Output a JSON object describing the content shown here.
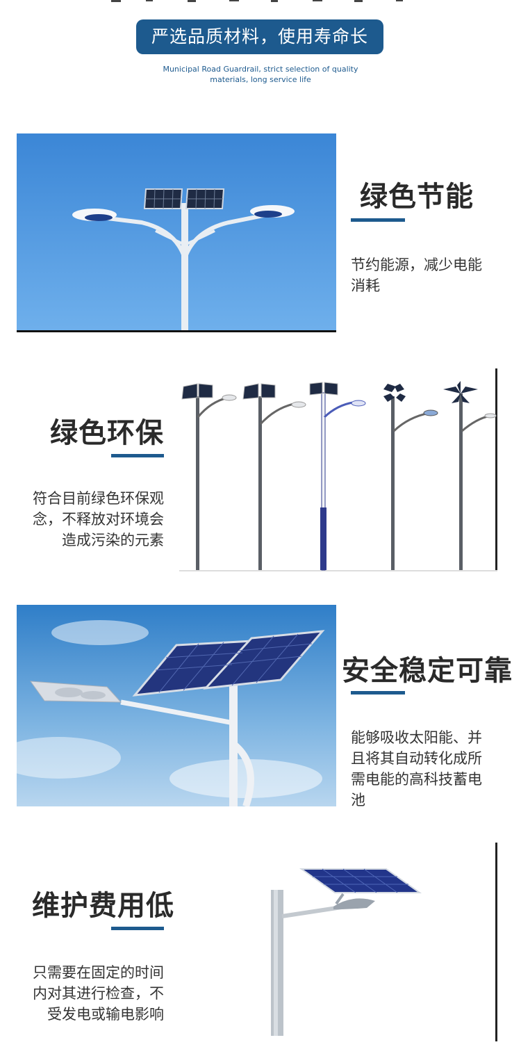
{
  "header": {
    "title": "严选品质材料，使用寿命长",
    "subtitle_line1": "Municipal Road Guardrail, strict selection of quality",
    "subtitle_line2": "materials, long service life"
  },
  "sections": [
    {
      "title": "绿色节能",
      "description_lines": [
        "节约能源，减少电能",
        "消耗"
      ]
    },
    {
      "title": "绿色环保",
      "description_lines": [
        "符合目前绿色环保观",
        "念，不释放对环境会",
        "造成污染的元素"
      ]
    },
    {
      "title": "安全稳定可靠",
      "description_lines": [
        "能够吸收太阳能、并",
        "且将其自动转化成所",
        "需电能的高科技蓄电",
        "池"
      ]
    },
    {
      "title": "维护费用低",
      "description_lines": [
        "只需要在固定的时间",
        "内对其进行检查，不",
        "受发电或输电影响"
      ]
    }
  ],
  "colors": {
    "accent": "#1d5a8e",
    "sky_blue": "#3f8fdc",
    "text_dark": "#2a2a2a"
  }
}
